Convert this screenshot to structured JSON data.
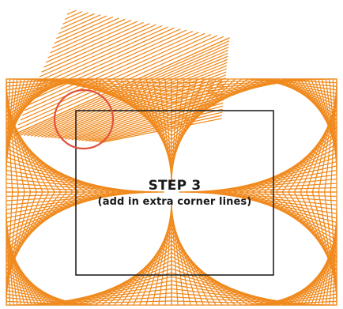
{
  "caption": {
    "title": "STEP 3",
    "subtitle": "(add in extra corner lines)"
  },
  "colors": {
    "line": "#f08a1e",
    "frame": "#222222",
    "highlight": "#e0523c",
    "background": "#ffffff"
  },
  "pattern": {
    "style": "string-art",
    "petals": 8,
    "highlighted_corner": "top-left"
  }
}
